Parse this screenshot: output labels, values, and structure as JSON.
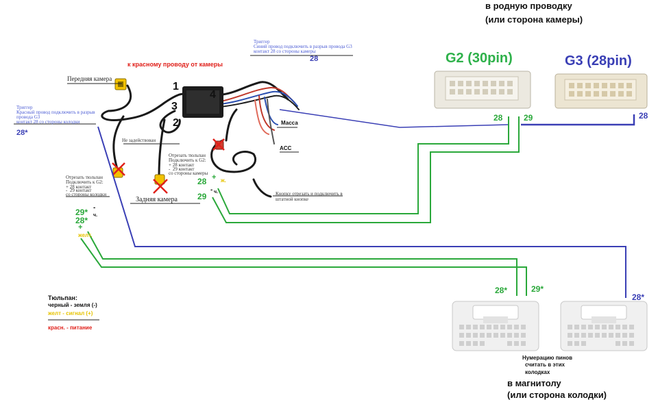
{
  "colors": {
    "green_wire": "#2aa83a",
    "blue_wire": "#3a3fb5",
    "red_text": "#e0201a",
    "yellow_text": "#e6c300",
    "note_blue": "#4a5bd4",
    "g2_title": "#2eb14a",
    "g3_title": "#3a3fb5"
  },
  "header": {
    "line1": "в родную проводку",
    "line2": "(или сторона камеры)"
  },
  "connectors": {
    "g2_title": "G2 (30pin)",
    "g3_title": "G3 (28pin)",
    "bottom_caption_line1": "в магнитолу",
    "bottom_caption_line2": "(или сторона колодки)",
    "pin_note_line1": "Нумерацию пинов",
    "pin_note_line2": "считать в этих",
    "pin_note_line3": "колодках"
  },
  "labels": {
    "red_wire_note": "к красному проводу от камеры",
    "front_camera": "Передняя камера",
    "rear_camera": "Задняя камера",
    "massa": "Масса",
    "acc": "ACC",
    "not_used": "Не задействован",
    "num1": "1",
    "num2": "2",
    "num3": "3",
    "num4": "4"
  },
  "notes": {
    "trigger_right_1": "Триггер",
    "trigger_right_2": "Синий провод подключить в разрыв провода G3",
    "trigger_right_3": "контакт 28 со стороны камеры",
    "trigger_left_1": "Триггер",
    "trigger_left_2": "Красный провод подключить в разрыв",
    "trigger_left_3": "провода G3",
    "trigger_left_4": "контакт 28 со стороны колодки",
    "tulip_left_1": "Отрезать тюльпан",
    "tulip_left_2": "Подключить к G2:",
    "tulip_left_3": "+ 28 контакт",
    "tulip_left_4": "-  29 контакт",
    "tulip_left_5": "со стороны колодки",
    "tulip_mid_1": "Отрезать тюльпан",
    "tulip_mid_2": "Подключить к G2:",
    "tulip_mid_3": "+ 28 контакт",
    "tulip_mid_4": "-  29 контакт",
    "tulip_mid_5": "со стороны камеры",
    "button_note_1": "Кнопку отрезать и подключить в",
    "button_note_2": "штатной кнопке"
  },
  "pins": {
    "p28_top": "28",
    "p28_left": "28*",
    "g2_28": "28",
    "g2_29": "29",
    "g3_28": "28",
    "mid_28": "28",
    "mid_29": "29",
    "mid_plus": "+",
    "mid_minus": "-",
    "mid_zh": "ж.",
    "mid_ch": "ч.",
    "left_29": "29*",
    "left_28": "28*",
    "left_minus": "-",
    "left_plus": "+",
    "left_ch": "ч.",
    "left_zhelt": "желт.",
    "bot_28": "28*",
    "bot_29": "29*",
    "bot_right_28": "28*"
  },
  "legend": {
    "title": "Тюльпан:",
    "black": "черный - земля (-)",
    "yellow": "желт - сигнал (+)",
    "red": "красн. - питание"
  }
}
